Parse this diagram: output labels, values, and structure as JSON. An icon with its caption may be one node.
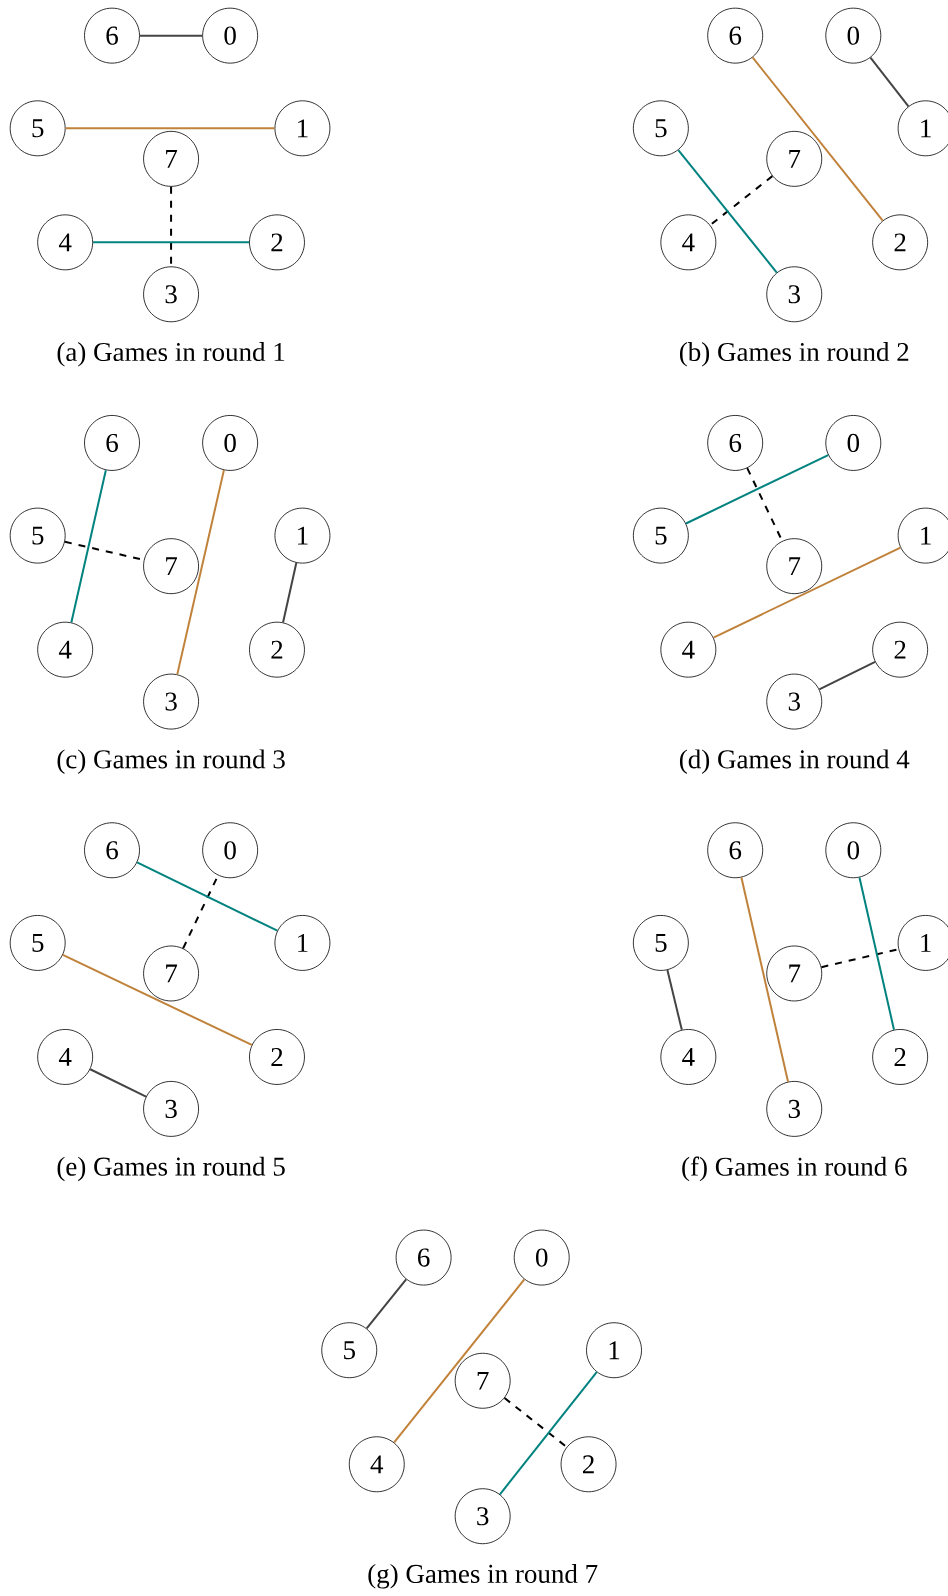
{
  "diagram": {
    "nodes": [
      {
        "text": [
          "6"
        ]
      },
      {
        "text": [
          "0"
        ]
      },
      {
        "text": [
          "5"
        ]
      },
      {
        "text": [
          "1"
        ]
      },
      {
        "text": [
          "7"
        ]
      },
      {
        "text": [
          "4"
        ]
      },
      {
        "text": [
          "2"
        ]
      },
      {
        "text": [
          "3"
        ]
      },
      {
        "text": [
          "6"
        ]
      },
      {
        "text": [
          "0"
        ]
      },
      {
        "text": [
          "5"
        ]
      },
      {
        "text": [
          "1"
        ]
      },
      {
        "text": [
          "7"
        ]
      },
      {
        "text": [
          "4"
        ]
      },
      {
        "text": [
          "2"
        ]
      },
      {
        "text": [
          "3"
        ]
      },
      {
        "text": [
          "6"
        ]
      },
      {
        "text": [
          "0"
        ]
      },
      {
        "text": [
          "5"
        ]
      },
      {
        "text": [
          "1"
        ]
      },
      {
        "text": [
          "7"
        ]
      },
      {
        "text": [
          "4"
        ]
      },
      {
        "text": [
          "2"
        ]
      },
      {
        "text": [
          "3"
        ]
      },
      {
        "text": [
          "6"
        ]
      },
      {
        "text": [
          "0"
        ]
      },
      {
        "text": [
          "5"
        ]
      },
      {
        "text": [
          "1"
        ]
      },
      {
        "text": [
          "7"
        ]
      },
      {
        "text": [
          "4"
        ]
      },
      {
        "text": [
          "2"
        ]
      },
      {
        "text": [
          "3"
        ]
      },
      {
        "text": [
          "6"
        ]
      },
      {
        "text": [
          "0"
        ]
      },
      {
        "text": [
          "5"
        ]
      },
      {
        "text": [
          "1"
        ]
      },
      {
        "text": [
          "7"
        ]
      },
      {
        "text": [
          "4"
        ]
      },
      {
        "text": [
          "2"
        ]
      },
      {
        "text": [
          "3"
        ]
      },
      {
        "text": [
          "6"
        ]
      },
      {
        "text": [
          "0"
        ]
      },
      {
        "text": [
          "5"
        ]
      },
      {
        "text": [
          "1"
        ]
      },
      {
        "text": [
          "7"
        ]
      },
      {
        "text": [
          "4"
        ]
      },
      {
        "text": [
          "2"
        ]
      },
      {
        "text": [
          "3"
        ]
      },
      {
        "text": [
          "6"
        ]
      },
      {
        "text": [
          "0"
        ]
      },
      {
        "text": [
          "5"
        ]
      },
      {
        "text": [
          "1"
        ]
      },
      {
        "text": [
          "7"
        ]
      },
      {
        "text": [
          "4"
        ]
      },
      {
        "text": [
          "2"
        ]
      },
      {
        "text": [
          "3"
        ]
      }
    ],
    "edges": [
      {
        "from": 0,
        "to": 1,
        "arrow": "none",
        "color": "#444444"
      },
      {
        "from": 2,
        "to": 3,
        "arrow": "none",
        "color": "#c0823a"
      },
      {
        "from": 4,
        "to": 7,
        "arrow": "none",
        "style": "dashed",
        "color": "#000000"
      },
      {
        "from": 5,
        "to": 6,
        "arrow": "none",
        "color": "#00827f"
      },
      {
        "from": 9,
        "to": 11,
        "arrow": "none",
        "color": "#444444"
      },
      {
        "from": 8,
        "to": 14,
        "arrow": "none",
        "color": "#c0823a"
      },
      {
        "from": 12,
        "to": 13,
        "arrow": "none",
        "style": "dashed",
        "color": "#000000"
      },
      {
        "from": 10,
        "to": 15,
        "arrow": "none",
        "color": "#00827f"
      },
      {
        "from": 19,
        "to": 22,
        "arrow": "none",
        "color": "#444444"
      },
      {
        "from": 17,
        "to": 23,
        "arrow": "none",
        "color": "#c0823a"
      },
      {
        "from": 18,
        "to": 20,
        "arrow": "none",
        "style": "dashed",
        "color": "#000000"
      },
      {
        "from": 16,
        "to": 21,
        "arrow": "none",
        "color": "#00827f"
      },
      {
        "from": 31,
        "to": 30,
        "arrow": "none",
        "color": "#444444"
      },
      {
        "from": 29,
        "to": 27,
        "arrow": "none",
        "color": "#c0823a"
      },
      {
        "from": 24,
        "to": 28,
        "arrow": "none",
        "style": "dashed",
        "color": "#000000"
      },
      {
        "from": 26,
        "to": 25,
        "arrow": "none",
        "color": "#00827f"
      },
      {
        "from": 37,
        "to": 39,
        "arrow": "none",
        "color": "#444444"
      },
      {
        "from": 34,
        "to": 38,
        "arrow": "none",
        "color": "#c0823a"
      },
      {
        "from": 36,
        "to": 33,
        "arrow": "none",
        "style": "dashed",
        "color": "#000000"
      },
      {
        "from": 32,
        "to": 35,
        "arrow": "none",
        "color": "#00827f"
      },
      {
        "from": 42,
        "to": 45,
        "arrow": "none",
        "color": "#444444"
      },
      {
        "from": 40,
        "to": 47,
        "arrow": "none",
        "color": "#c0823a"
      },
      {
        "from": 44,
        "to": 43,
        "arrow": "none",
        "style": "dashed",
        "color": "#000000"
      },
      {
        "from": 41,
        "to": 46,
        "arrow": "none",
        "color": "#00827f"
      },
      {
        "from": 48,
        "to": 50,
        "arrow": "none",
        "color": "#444444"
      },
      {
        "from": 49,
        "to": 53,
        "arrow": "none",
        "color": "#c0823a"
      },
      {
        "from": 52,
        "to": 54,
        "arrow": "none",
        "style": "dashed",
        "color": "#000000"
      },
      {
        "from": 51,
        "to": 55,
        "arrow": "none",
        "color": "#00827f"
      }
    ],
    "labels": [
      "(a) Games in round 1",
      "(b) Games in round 2",
      "(c) Games in round 3",
      "(d) Games in round 4",
      "(e) Games in round 5",
      "(f) Games in round 6",
      "(g) Games in round 7"
    ]
  }
}
